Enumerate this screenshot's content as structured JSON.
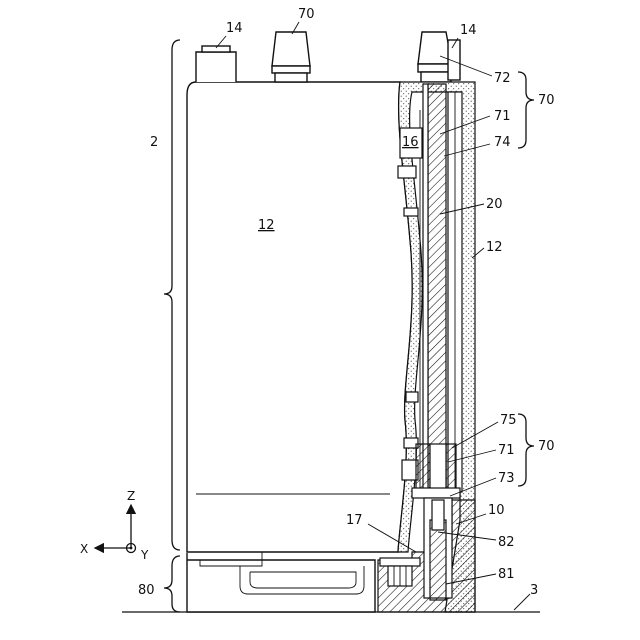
{
  "labels": {
    "l2": "2",
    "l3": "3",
    "l10": "10",
    "l12_left": "12",
    "l12_right": "12",
    "l14_left": "14",
    "l14_right": "14",
    "l16": "16",
    "l17": "17",
    "l20": "20",
    "l70_top": "70",
    "l70_right_upper": "70",
    "l70_right_lower": "70",
    "l71_upper": "71",
    "l71_lower": "71",
    "l72": "72",
    "l73": "73",
    "l74": "74",
    "l75": "75",
    "l80": "80",
    "l81": "81",
    "l82": "82"
  },
  "axes": {
    "z": "Z",
    "x": "X",
    "y": "Y"
  }
}
